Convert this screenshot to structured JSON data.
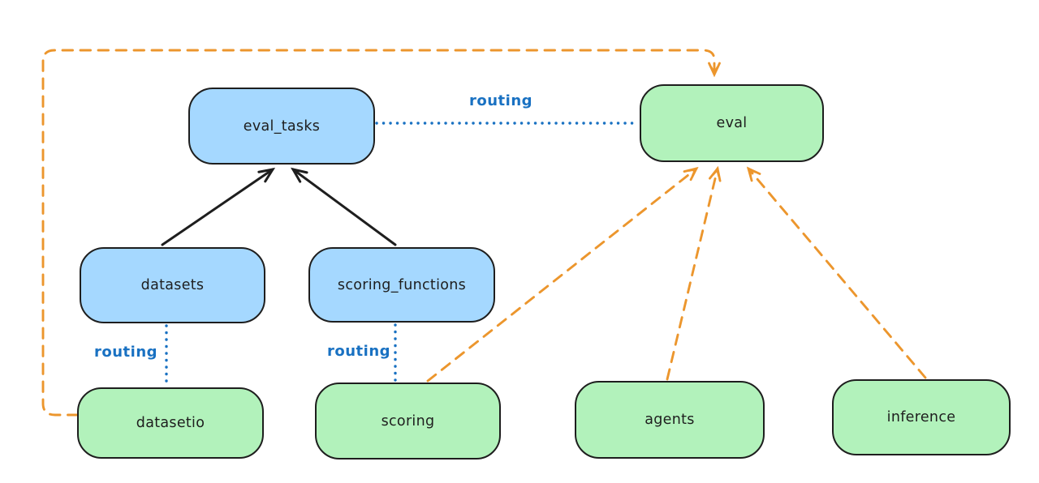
{
  "diagram": {
    "background": "#ffffff",
    "colors": {
      "node_stroke": "#1e1e1e",
      "blue_fill": "#a5d8ff",
      "green_fill": "#b2f2bb",
      "routing_blue": "#1971c2",
      "provider_orange": "#ec962d",
      "black_arrow": "#1e1e1e"
    },
    "nodes": {
      "eval_tasks": {
        "label": "eval_tasks",
        "fill": "#a5d8ff"
      },
      "eval": {
        "label": "eval",
        "fill": "#b2f2bb"
      },
      "datasets": {
        "label": "datasets",
        "fill": "#a5d8ff"
      },
      "scoring_functions": {
        "label": "scoring_functions",
        "fill": "#a5d8ff"
      },
      "datasetio": {
        "label": "datasetio",
        "fill": "#b2f2bb"
      },
      "scoring": {
        "label": "scoring",
        "fill": "#b2f2bb"
      },
      "agents": {
        "label": "agents",
        "fill": "#b2f2bb"
      },
      "inference": {
        "label": "inference",
        "fill": "#b2f2bb"
      }
    },
    "edge_labels": {
      "eval_tasks_to_eval": "routing",
      "datasets_to_datasetio": "routing",
      "scoring_functions_to_scoring": "routing"
    },
    "edges": [
      {
        "from": "datasets",
        "to": "eval_tasks",
        "style": "solid-black-arrow"
      },
      {
        "from": "scoring_functions",
        "to": "eval_tasks",
        "style": "solid-black-arrow"
      },
      {
        "from": "eval_tasks",
        "to": "eval",
        "style": "dotted-blue",
        "label": "routing"
      },
      {
        "from": "datasets",
        "to": "datasetio",
        "style": "dotted-blue",
        "label": "routing"
      },
      {
        "from": "scoring_functions",
        "to": "scoring",
        "style": "dotted-blue",
        "label": "routing"
      },
      {
        "from": "datasetio",
        "to": "eval",
        "style": "dashed-orange-arrow"
      },
      {
        "from": "scoring",
        "to": "eval",
        "style": "dashed-orange-arrow"
      },
      {
        "from": "agents",
        "to": "eval",
        "style": "dashed-orange-arrow"
      },
      {
        "from": "inference",
        "to": "eval",
        "style": "dashed-orange-arrow"
      }
    ]
  }
}
